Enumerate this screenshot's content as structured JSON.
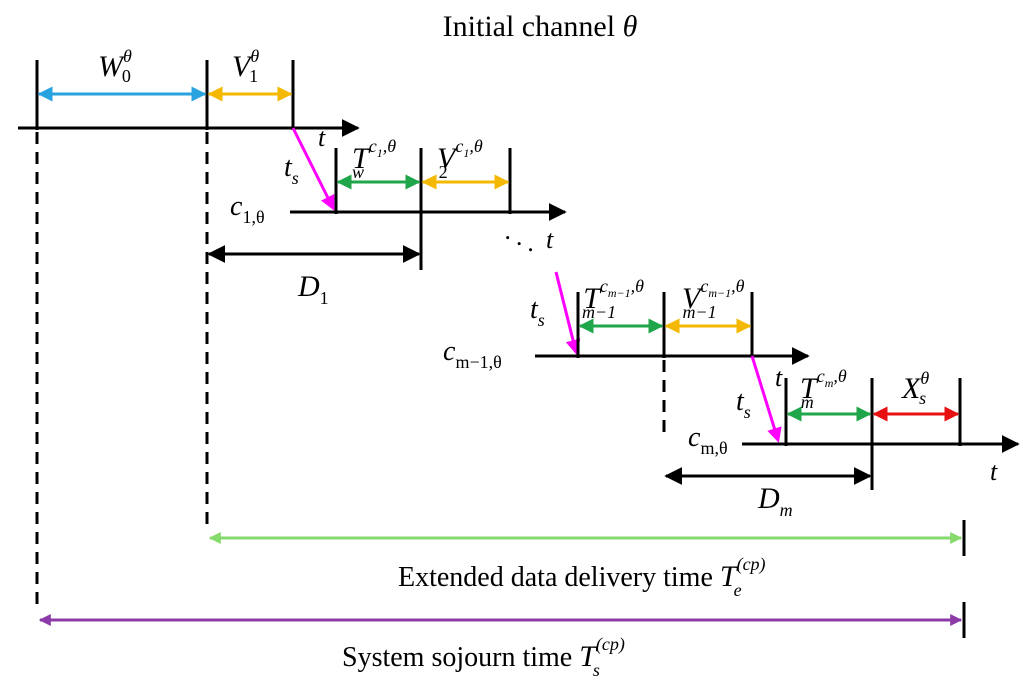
{
  "title": {
    "text": "Initial channel ",
    "symbol": "θ"
  },
  "channels": {
    "c1": {
      "base": "c",
      "sub": "1,θ"
    },
    "cm1": {
      "base": "c",
      "sub": "m−1,θ"
    },
    "cm": {
      "base": "c",
      "sub": "m,θ"
    }
  },
  "axis_label": "t",
  "ellipsis": ". . .",
  "switch_label": {
    "base": "t",
    "sub": "s"
  },
  "intervals": {
    "W0": {
      "base": "W",
      "sub": "0",
      "sup": "θ",
      "color": "#29a3e0"
    },
    "V1": {
      "base": "V",
      "sub": "1",
      "sup": "θ",
      "color": "#f5b800"
    },
    "Tw": {
      "base": "T",
      "sub": "w",
      "sup": "c",
      "supsub": "1",
      "supend": ",θ",
      "color": "#1fa64a"
    },
    "V2": {
      "base": "V",
      "sub": "2",
      "sup": "c",
      "supsub": "1",
      "supend": ",θ",
      "color": "#f5b800"
    },
    "Tm1": {
      "base": "T",
      "sub": "m−1",
      "sup": "c",
      "supsub": "m−1",
      "supend": ",θ",
      "color": "#1fa64a"
    },
    "Vm1": {
      "base": "V",
      "sub": "m−1",
      "sup": "c",
      "supsub": "m−1",
      "supend": ",θ",
      "color": "#f5b800"
    },
    "Tm": {
      "base": "T",
      "sub": "m",
      "sup": "c",
      "supsub": "m",
      "supend": ",θ",
      "color": "#1fa64a"
    },
    "Xs": {
      "base": "X",
      "sub": "s",
      "sup": "θ",
      "color": "#e81010"
    }
  },
  "durations": {
    "D1": {
      "base": "D",
      "sub": "1"
    },
    "Dm": {
      "base": "D",
      "sub": "m"
    }
  },
  "extended": {
    "text": "Extended data delivery time ",
    "base": "T",
    "sub": "e",
    "sup": "(cp)",
    "color": "#86d96b"
  },
  "sojourn": {
    "text": "System sojourn time ",
    "base": "T",
    "sub": "s",
    "sup": "(cp)",
    "color": "#8b3aa8"
  },
  "colors": {
    "switch": "#ff00ff",
    "line": "#000000"
  }
}
